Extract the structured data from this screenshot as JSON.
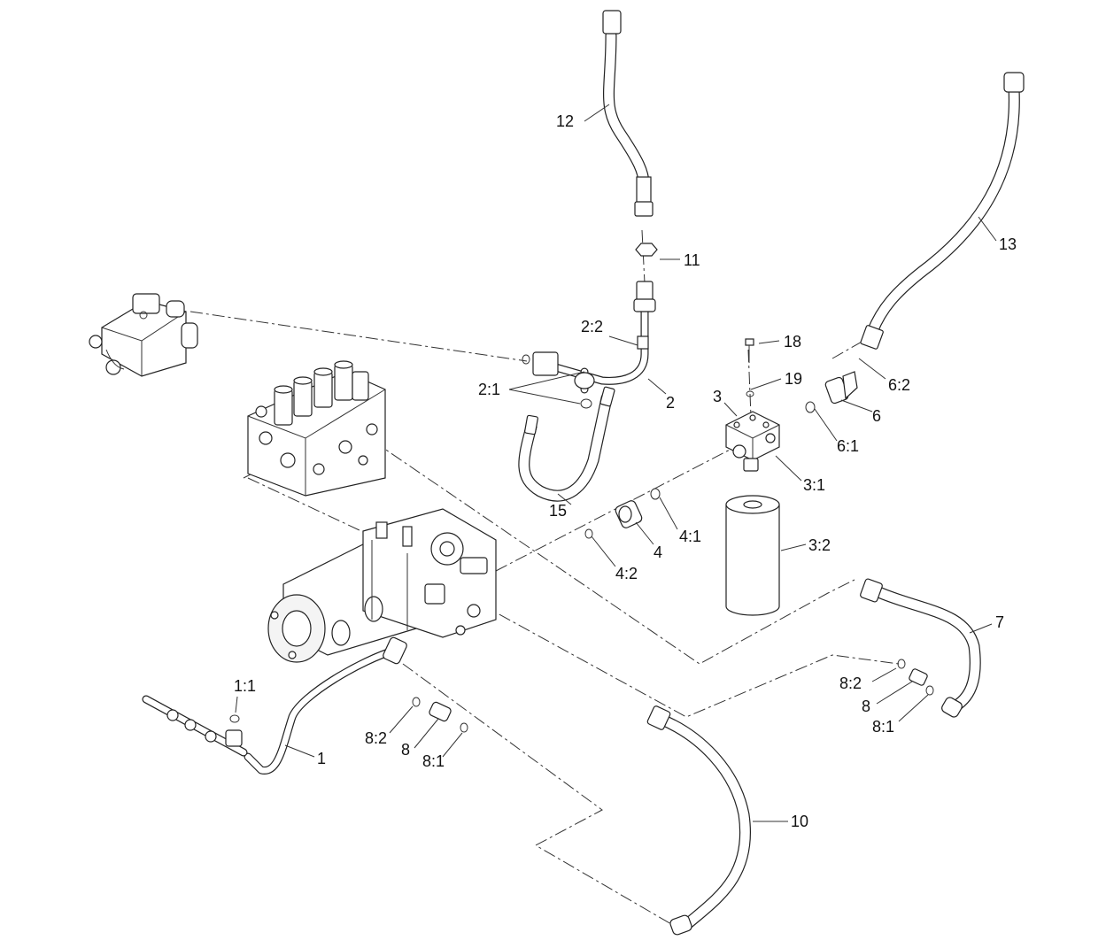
{
  "callouts": {
    "c1": "1",
    "c1_1": "1:1",
    "c2": "2",
    "c2_1": "2:1",
    "c2_2": "2:2",
    "c3": "3",
    "c3_1": "3:1",
    "c3_2": "3:2",
    "c4": "4",
    "c4_1": "4:1",
    "c4_2": "4:2",
    "c6": "6",
    "c6_1": "6:1",
    "c6_2": "6:2",
    "c7": "7",
    "c8a": "8",
    "c8a_1": "8:1",
    "c8a_2": "8:2",
    "c8b": "8",
    "c8b_1": "8:1",
    "c8b_2": "8:2",
    "c10": "10",
    "c11": "11",
    "c12": "12",
    "c13": "13",
    "c15": "15",
    "c18": "18",
    "c19": "19"
  }
}
